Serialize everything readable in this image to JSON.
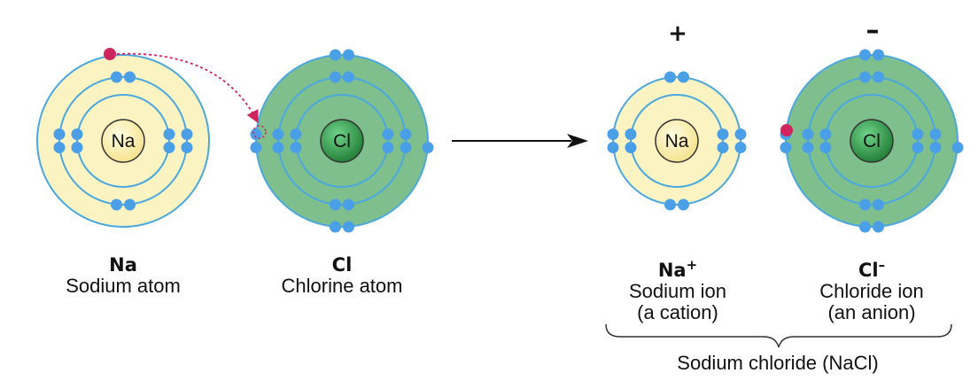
{
  "atoms": {
    "sodium_atom": {
      "nucleus": "Na",
      "symbol": "Na",
      "name": "Sodium atom"
    },
    "chlorine_atom": {
      "nucleus": "Cl",
      "symbol": "Cl",
      "name": "Chlorine atom"
    }
  },
  "ions": {
    "sodium_ion": {
      "nucleus": "Na",
      "symbol": "Na",
      "charge_sup": "+",
      "name": "Sodium ion",
      "type": "(a cation)",
      "charge_mark": "+"
    },
    "chloride_ion": {
      "nucleus": "Cl",
      "symbol": "Cl",
      "charge_sup": "–",
      "name": "Chloride ion",
      "type": "(an anion)",
      "charge_mark": "–"
    }
  },
  "compound": {
    "label": "Sodium chloride (NaCl)"
  },
  "colors": {
    "shell_yellow": "#fbf3c2",
    "shell_green": "#7fbf8e",
    "shell_line": "#4aa8de",
    "electron_blue": "#4a9fe6",
    "transferred_electron": "#d0245e",
    "nucleus_na": "#fbeeaa",
    "nucleus_cl": "#2f9c49"
  }
}
